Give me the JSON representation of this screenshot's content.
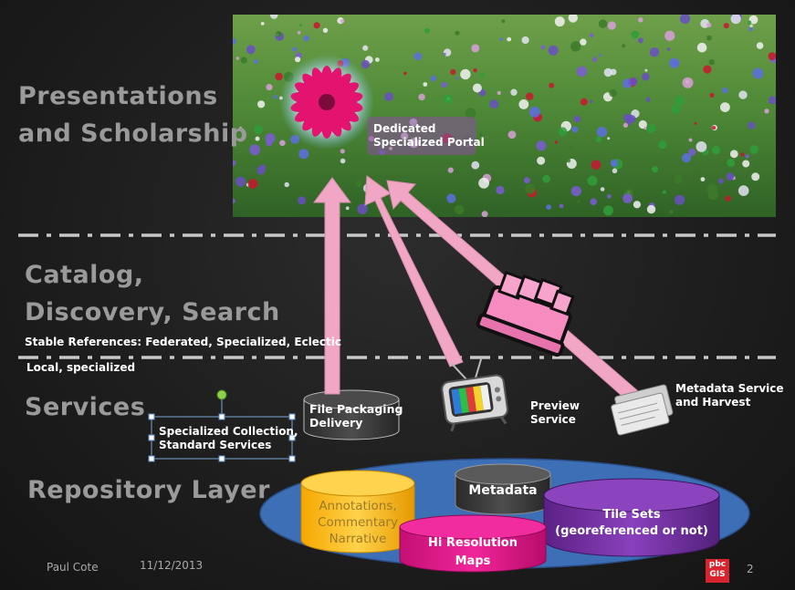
{
  "layers": {
    "presentations": "Presentations and Scholarship",
    "presentations_line1": "Presentations",
    "presentations_line2": "and Scholarship",
    "catalog_line1": "Catalog,",
    "catalog_line2": "Discovery, Search",
    "services": "Services",
    "repository": "Repository Layer"
  },
  "notes": {
    "stable_references": "Stable References: Federated, Specialized, Eclectic",
    "local": "Local, specialized"
  },
  "portal": {
    "line1": "Dedicated",
    "line2": "Specialized Portal"
  },
  "services": {
    "file_packaging_line1": "File Packaging",
    "file_packaging_line2": "Delivery",
    "preview_line1": "Preview",
    "preview_line2": "Service",
    "metadata_service_line1": "Metadata Service",
    "metadata_service_line2": "and Harvest",
    "specialized_line1": "Specialized Collection,",
    "specialized_line2": "Standard Services"
  },
  "repository": {
    "annotations_line1": "Annotations,",
    "annotations_line2": "Commentary",
    "annotations_line3": "Narrative",
    "metadata": "Metadata",
    "tiles_line1": "Tile Sets",
    "tiles_line2": "(georeferenced or not)",
    "hires_line1": "Hi Resolution",
    "hires_line2": "Maps"
  },
  "footer": {
    "author": "Paul Cote",
    "date": "11/12/2013",
    "logo_top": "pbc",
    "logo_bottom": "GIS",
    "page": "2"
  },
  "colors": {
    "arrow": "#f0a6c4",
    "annotations": "#ffc000",
    "hires": "#e6168a",
    "tiles": "#7030a0",
    "metadata": "#3a3a3a",
    "ellipse": "#3d6fb7"
  }
}
